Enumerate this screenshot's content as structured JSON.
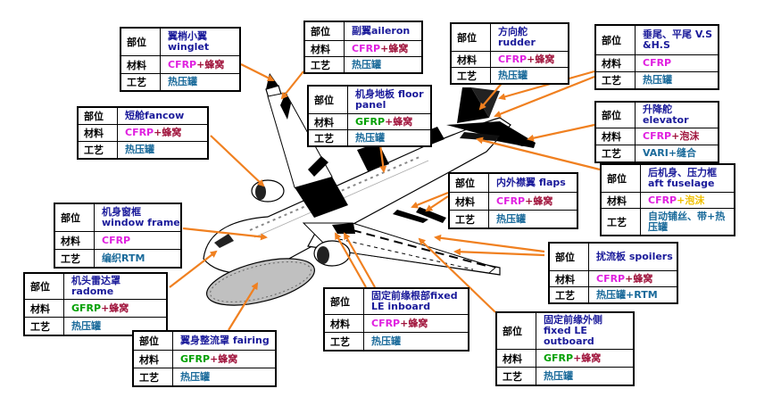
{
  "labels": {
    "part": "部位",
    "material": "材料",
    "process": "工艺"
  },
  "callouts": {
    "winglet": {
      "part": "翼梢小翼 winglet",
      "mat_a": "CFRP",
      "mat_b": "+蜂窝",
      "process": "热压罐",
      "mat_color": "pink"
    },
    "aileron": {
      "part": "副翼aileron",
      "mat_a": "CFRP",
      "mat_b": "+蜂窝",
      "process": "热压罐",
      "mat_color": "pink"
    },
    "rudder": {
      "part": "方向舵 rudder",
      "mat_a": "CFRP",
      "mat_b": "+蜂窝",
      "process": "热压罐",
      "mat_color": "pink"
    },
    "vs_hs": {
      "part": "垂尾、平尾 V.S &H.S",
      "mat_a": "CFRP",
      "mat_b": "",
      "process": "热压罐",
      "mat_color": "pink"
    },
    "fancow": {
      "part": "短舱fancow",
      "mat_a": "CFRP",
      "mat_b": "+蜂窝",
      "process": "热压罐",
      "mat_color": "pink"
    },
    "floor": {
      "part": "机身地板 floor panel",
      "mat_a": "GFRP",
      "mat_b": "+蜂窝",
      "process": "热压罐",
      "mat_color": "green"
    },
    "elevator": {
      "part": "升降舵 elevator",
      "mat_a": "CFRP",
      "mat_b": "+泡沫",
      "process": "VARI+缝合",
      "mat_color": "pink"
    },
    "aft_fuselage": {
      "part": "后机身、压力框 aft fuselage",
      "mat_a": "CFRP",
      "mat_b": "+泡沫",
      "process": "自动铺丝、带+热压罐",
      "mat_color": "pink"
    },
    "flaps": {
      "part": "内外襟翼 flaps",
      "mat_a": "CFRP",
      "mat_b": "+蜂窝",
      "process": "热压罐",
      "mat_color": "pink"
    },
    "window": {
      "part": "机身窗框 window frame",
      "mat_a": "CFRP",
      "mat_b": "",
      "process": "编织RTM",
      "mat_color": "pink"
    },
    "spoilers": {
      "part": "扰流板 spoilers",
      "mat_a": "CFRP",
      "mat_b": "+蜂窝",
      "process": "热压罐+RTM",
      "mat_color": "pink"
    },
    "radome": {
      "part": "机头雷达罩 radome",
      "mat_a": "GFRP",
      "mat_b": "+蜂窝",
      "process": "热压罐",
      "mat_color": "green"
    },
    "le_inboard": {
      "part": "固定前缘根部fixed LE inboard",
      "mat_a": "CFRP",
      "mat_b": "+蜂窝",
      "process": "热压罐",
      "mat_color": "pink"
    },
    "fairing": {
      "part": "翼身整流罩 fairing",
      "mat_a": "GFRP",
      "mat_b": "+蜂窝",
      "process": "热压罐",
      "mat_color": "green"
    },
    "le_outboard": {
      "part": "固定前缘外侧 fixed LE outboard",
      "mat_a": "GFRP",
      "mat_b": "+蜂窝",
      "process": "热压罐",
      "mat_color": "green"
    }
  },
  "colors": {
    "arrow": "#f08020",
    "part_name": "#1a1a9a",
    "process": "#1a6a9a",
    "cfrp": "#e020e0",
    "gfrp": "#00a000",
    "addon": "#a0143c"
  }
}
